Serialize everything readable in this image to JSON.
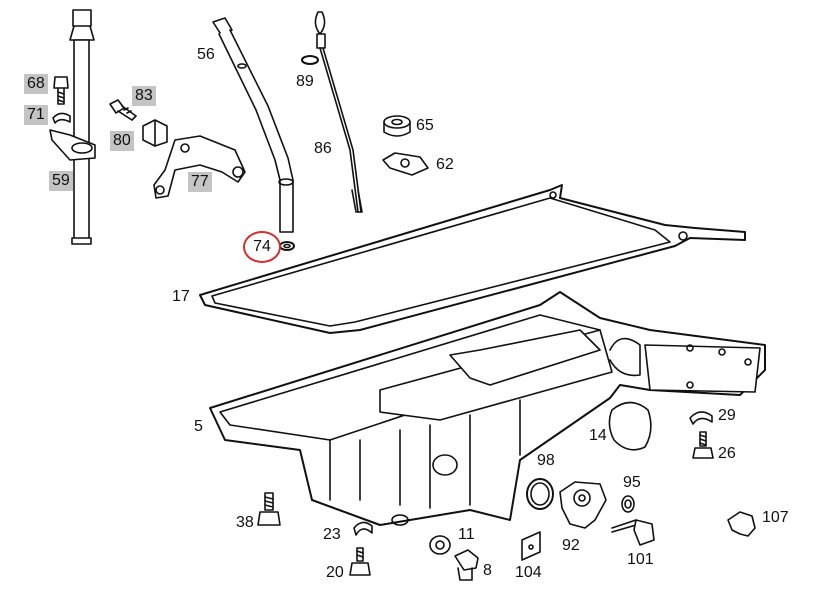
{
  "diagram": {
    "labels": {
      "p68": "68",
      "p71": "71",
      "p59": "59",
      "p83": "83",
      "p80": "80",
      "p77": "77",
      "p56": "56",
      "p89": "89",
      "p65": "65",
      "p86": "86",
      "p62": "62",
      "p74": "74",
      "p17": "17",
      "p5": "5",
      "p14": "14",
      "p29": "29",
      "p26": "26",
      "p98": "98",
      "p95": "95",
      "p107": "107",
      "p38": "38",
      "p23": "23",
      "p11": "11",
      "p20": "20",
      "p8": "8",
      "p104": "104",
      "p92": "92",
      "p101": "101"
    },
    "highlighted_parts": [
      "68",
      "71",
      "59",
      "83",
      "80",
      "77"
    ],
    "selected_part": "74",
    "colors": {
      "highlight": "#c4c4c4",
      "selection_ring": "#d0312d",
      "line": "#111111"
    }
  }
}
